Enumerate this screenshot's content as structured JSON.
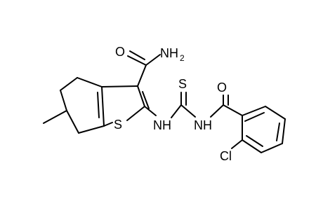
{
  "molecule": {
    "atom_labels": {
      "amide_oxygen": "O",
      "amide_nitrogen": "NH",
      "amide_h_count": "2",
      "ring_sulfur": "S",
      "thiourea_nh_left": "NH",
      "thiocarbonyl_sulfur": "S",
      "thiourea_nh_right": "NH",
      "benzoyl_oxygen": "O",
      "chlorine": "Cl"
    }
  }
}
